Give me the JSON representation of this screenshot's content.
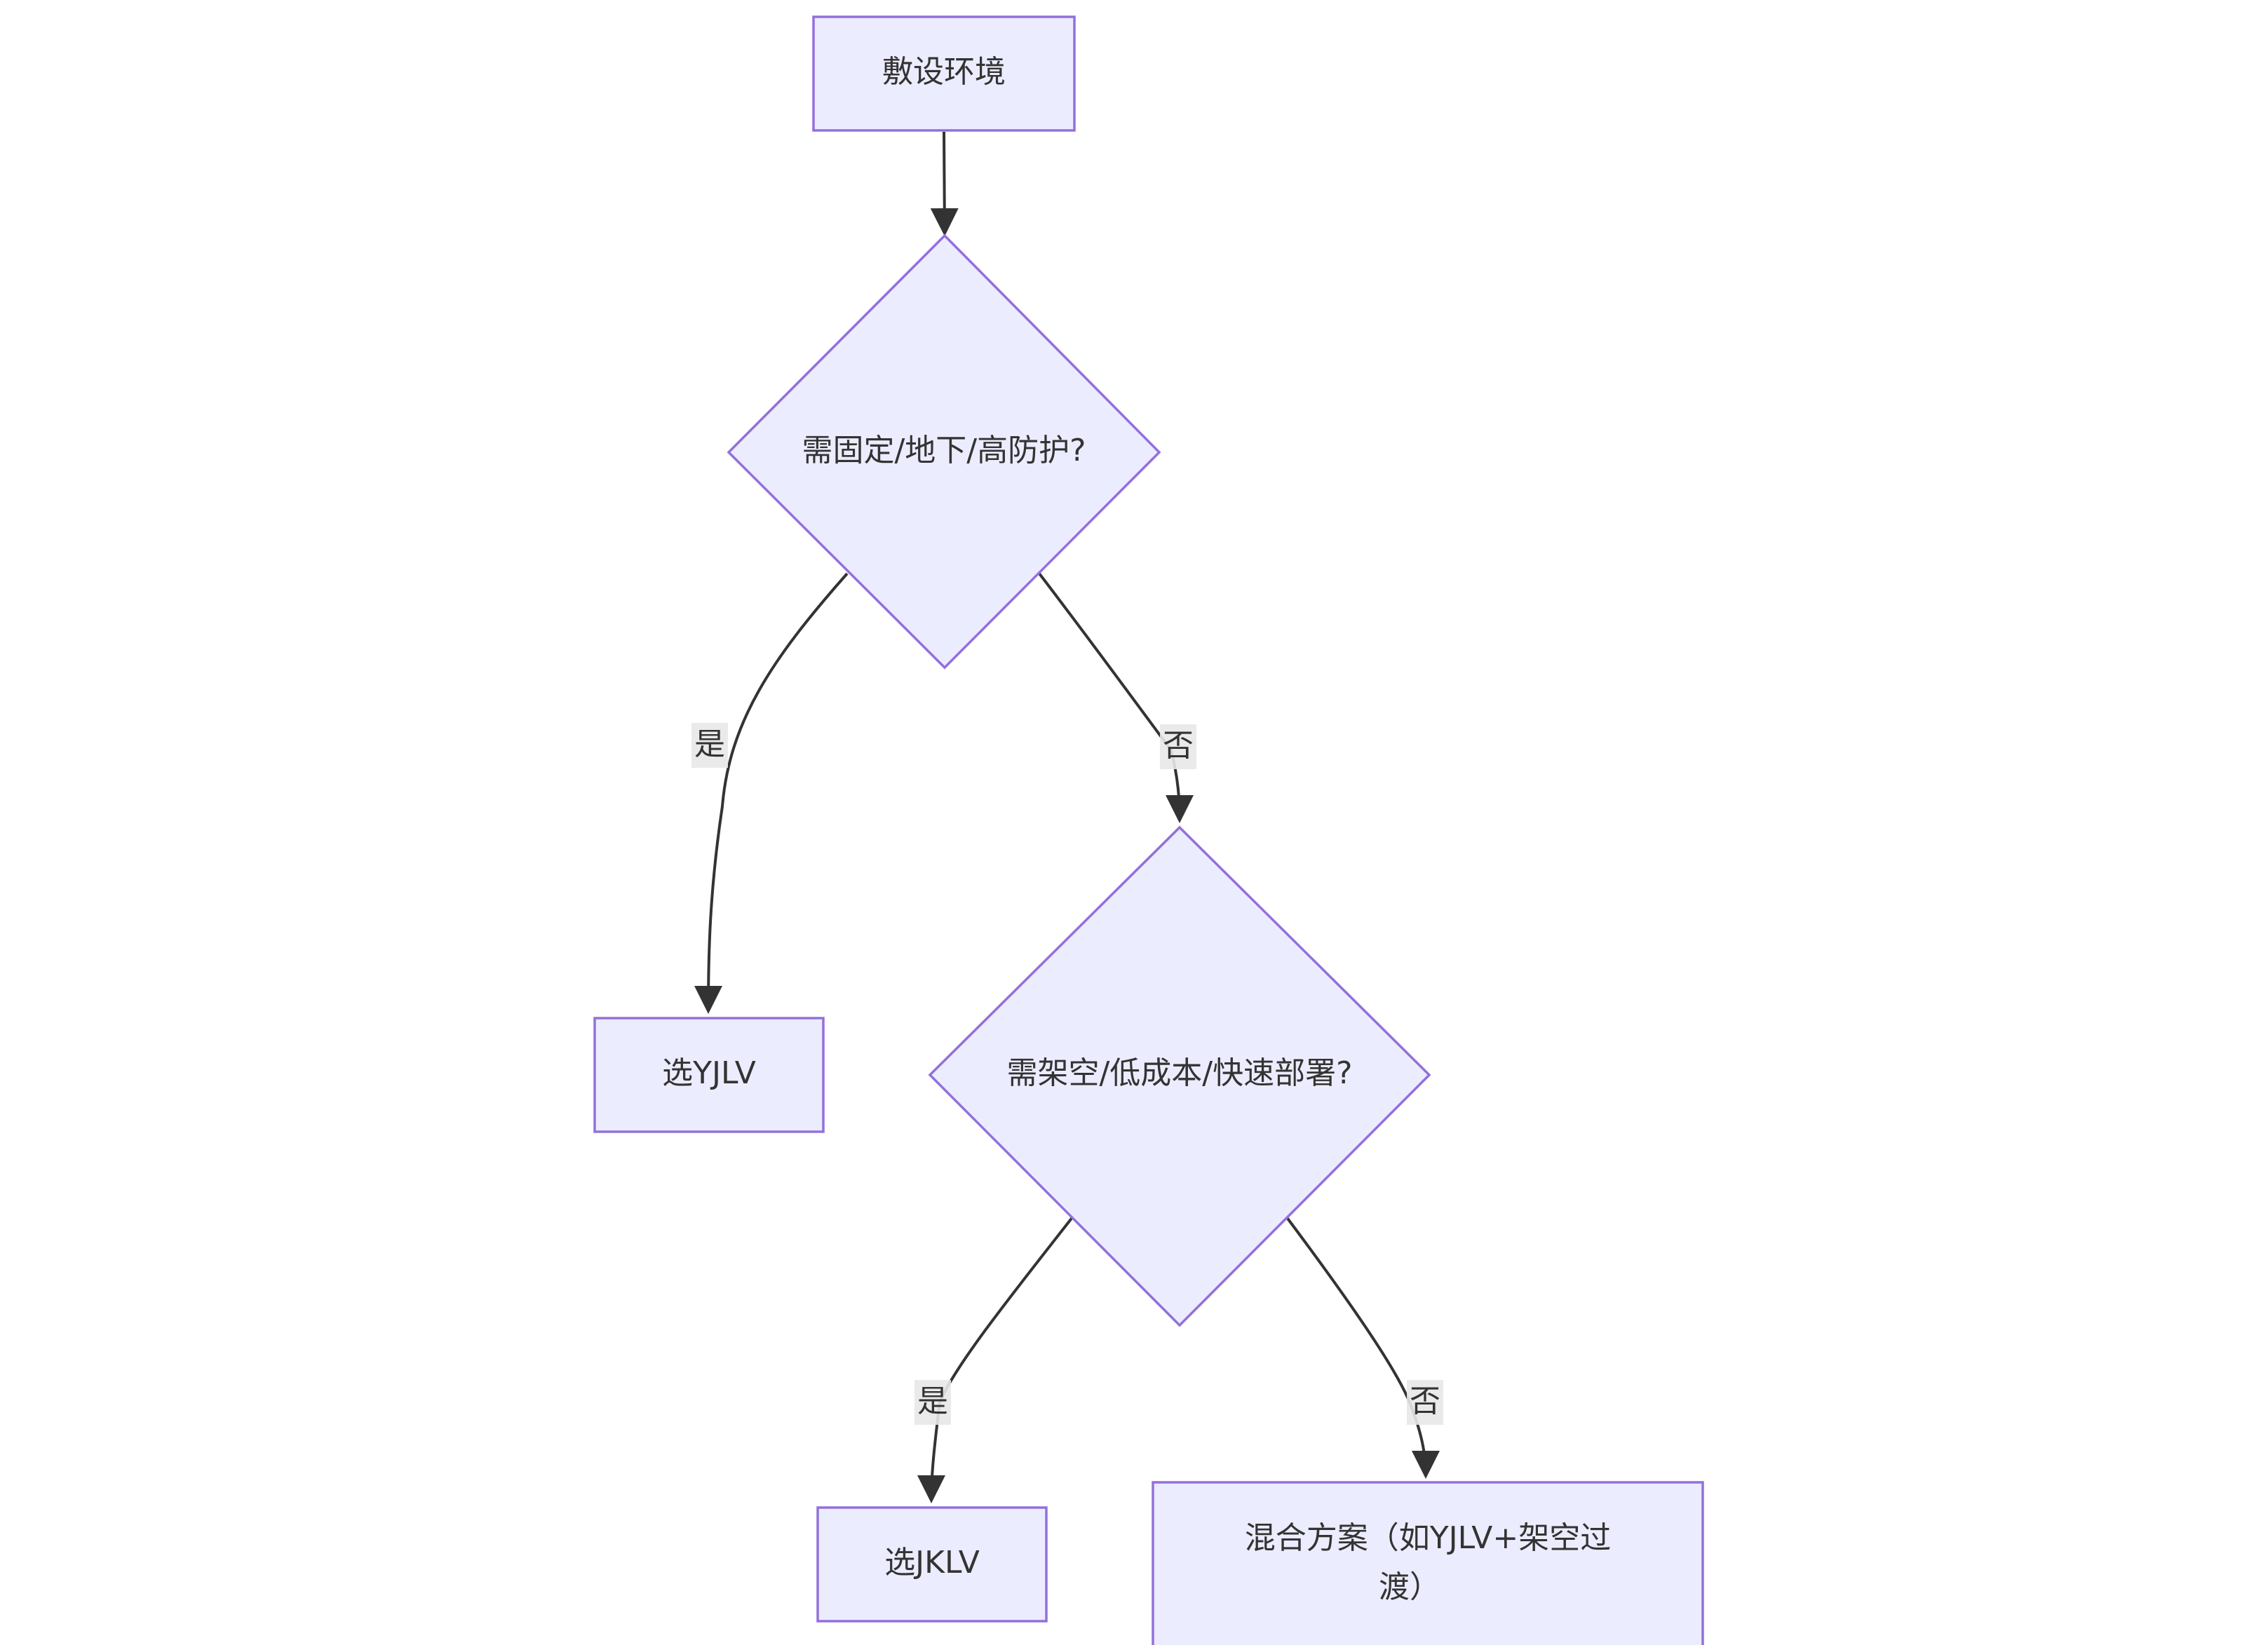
{
  "nodes": {
    "start": "敷设环境",
    "decision1": "需固定/地下/高防护?",
    "yjlv": "选YJLV",
    "decision2": "需架空/低成本/快速部署?",
    "jklv": "选JKLV",
    "hybrid_line1": "混合方案（如YJLV+架空过",
    "hybrid_line2": "渡）"
  },
  "edges": {
    "d1_yes": "是",
    "d1_no": "否",
    "d2_yes": "是",
    "d2_no": "否"
  },
  "colors": {
    "node_fill": "#ECECFF",
    "node_stroke": "#9370DB",
    "edge": "#333333",
    "label_bg": "#e8e8e8"
  }
}
